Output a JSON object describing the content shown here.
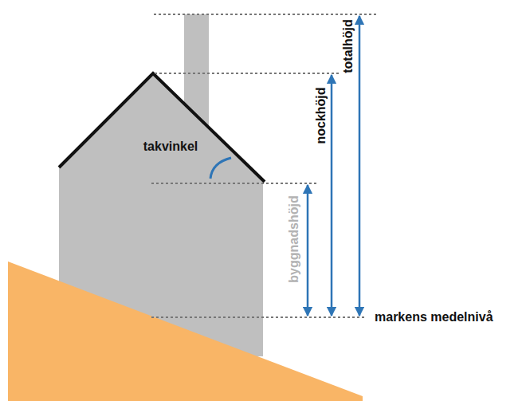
{
  "diagram": {
    "labels": [
      "totalhöjd",
      "nockhöjd",
      "takvinkel",
      "byggnadshöjd",
      "markens medelnivå"
    ]
  }
}
